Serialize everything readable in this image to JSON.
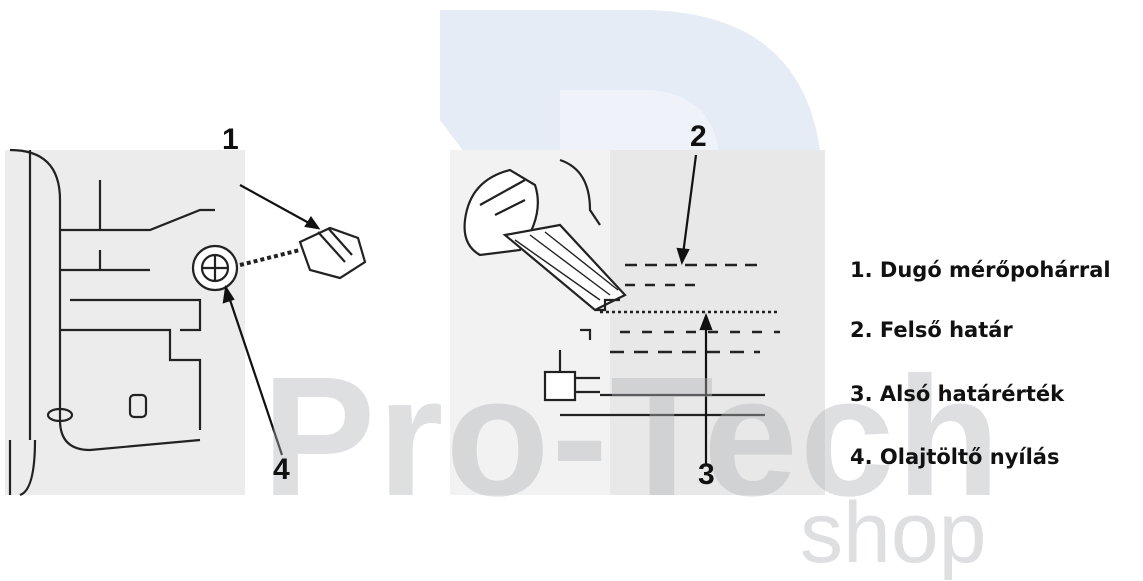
{
  "watermark": {
    "brand_text": "Pro-Tech",
    "sub_text": "shop"
  },
  "diagram": {
    "callouts": [
      "1",
      "2",
      "3",
      "4"
    ]
  },
  "legend": {
    "items": [
      "1. Dugó mérőpohárral",
      "2. Felső határ",
      "3. Alsó határérték",
      "4. Olajtöltő nyílás"
    ]
  }
}
